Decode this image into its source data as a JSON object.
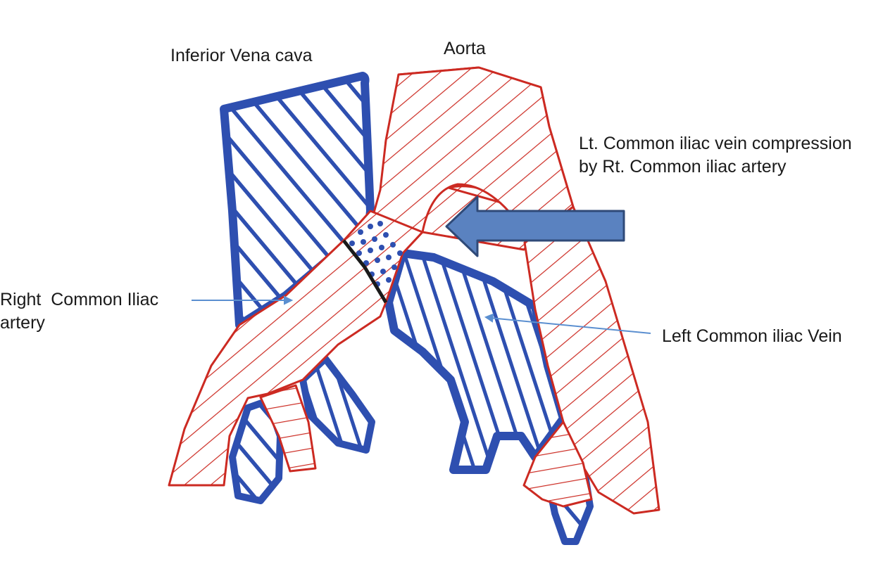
{
  "labels": {
    "inferior_vena_cava": "Inferior Vena cava",
    "aorta": "Aorta",
    "compression_line1": "Lt. Common iliac vein compression",
    "compression_line2": "by Rt. Common iliac artery",
    "right_common_iliac_line1": "Right  Common Iliac",
    "right_common_iliac_line2": "artery",
    "left_common_iliac_vein": "Left Common iliac Vein"
  },
  "colors": {
    "artery": "#cc2a22",
    "vein": "#2e4fb0",
    "arrow_fill": "#5a82c0",
    "arrow_stroke": "#2f4a78",
    "leader": "#5b8fd0",
    "text": "#1a1a1a"
  }
}
